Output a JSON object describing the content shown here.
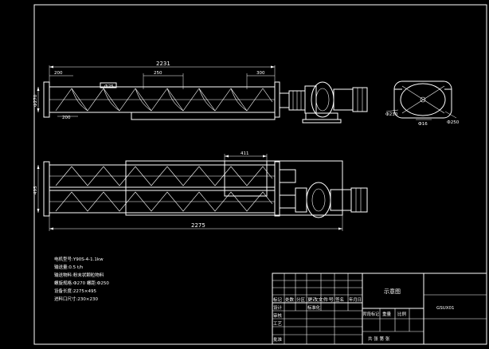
{
  "colors": {
    "background": "#000000",
    "lines": "#ffffff"
  },
  "side_view": {
    "dims": {
      "overall": "2231",
      "left_top": "200",
      "mid_top": "250",
      "right_top": "300",
      "left_bottom": "200",
      "height": "Ф270",
      "pitch_label": "Ф25"
    }
  },
  "end_view": {
    "dims": {
      "left": "Ф230",
      "bottom": "Ф16",
      "right": "Ф250"
    }
  },
  "plan_view": {
    "dims": {
      "top": "411",
      "height": "495",
      "overall": "2275"
    }
  },
  "notes": [
    "电机型号:Y90S-4-1.1kw",
    "输送量:0.5 t/h",
    "输送物料:粉末状颗粒物料",
    "螺旋规格:Ф270 螺距:Ф250",
    "设备长度:2275×495",
    "进料口尺寸:230×230"
  ],
  "title_block": {
    "drawing_title": "示意图",
    "code": "GSUX01",
    "labels": [
      "标记",
      "处数",
      "分区",
      "更改文件号",
      "签名",
      "年月日"
    ],
    "design": "设计",
    "check": "审核",
    "process": "工艺",
    "standardize": "标准化",
    "approve": "批准",
    "stage": "阶段标记",
    "weight": "重量",
    "scale": "比例",
    "sheets": "共 张 第 张"
  }
}
